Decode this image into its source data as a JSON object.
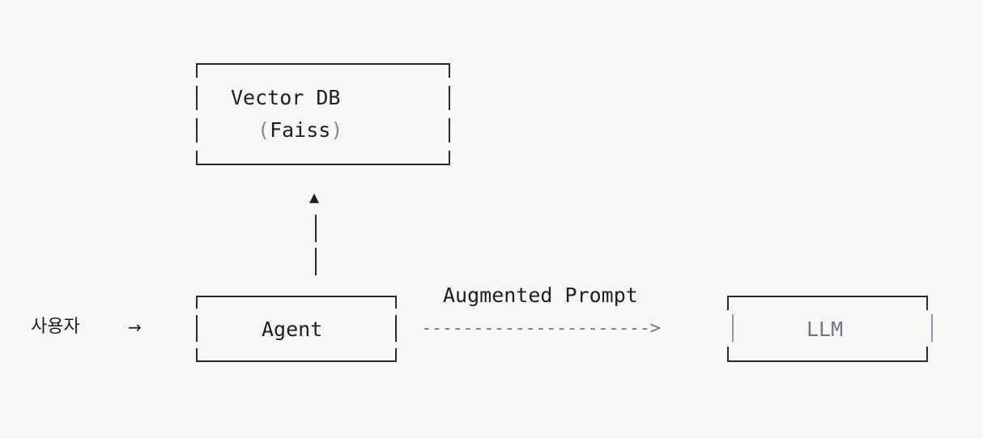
{
  "nodes": {
    "vector_db": {
      "title": "Vector DB",
      "subtitle_open": "(",
      "subtitle_text": "Faiss",
      "subtitle_close": ")"
    },
    "agent": {
      "label": "Agent"
    },
    "llm": {
      "label": "LLM"
    },
    "user": {
      "label": "사용자"
    }
  },
  "edges": {
    "user_to_agent": {
      "arrow": "→"
    },
    "agent_to_vector_db": {
      "head": "▲",
      "shaft_top": "|",
      "shaft_bottom": "|"
    },
    "agent_to_llm": {
      "label": "Augmented Prompt",
      "line": "---------------------->"
    }
  },
  "colors": {
    "background": "#f8f7f5",
    "text": "#1f1f1f",
    "muted": "#8a8a8a",
    "llm": "#6e7689"
  }
}
